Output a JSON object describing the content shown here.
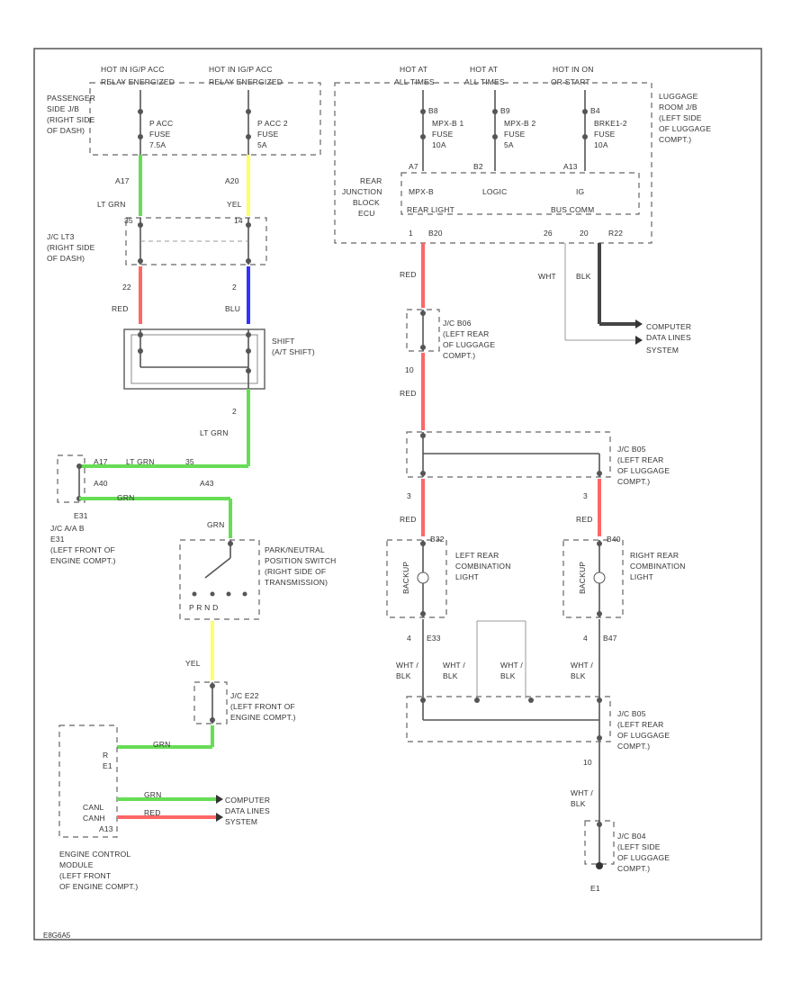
{
  "footer_code": "E8G6A5",
  "power": {
    "hot_ig_acc": "HOT IN IG/P ACC",
    "acc_relay": "RELAY ENERGIZED",
    "hot_ig_acc2": "HOT IN IG/P ACC",
    "ig_relay": "RELAY ENERGIZED",
    "hot_at1": "HOT AT",
    "all_times1": "ALL TIMES",
    "hot_at2": "HOT AT",
    "all_times2": "ALL TIMES",
    "hot_on": "HOT IN ON",
    "or_start": "OR START"
  },
  "left_jb": {
    "label1": "PASSENGER",
    "label2": "SIDE J/B",
    "label3": "(RIGHT SIDE",
    "label4": "OF DASH)",
    "fuse1_a": "P ACC",
    "fuse1_b": "FUSE",
    "fuse1_c": "7.5A",
    "fuse2_a": "P ACC 2",
    "fuse2_b": "FUSE",
    "fuse2_c": "5A"
  },
  "right_jb": {
    "label1": "LUGGAGE",
    "label2": "ROOM J/B",
    "label3": "(LEFT SIDE",
    "label4": "OF LUGGAGE",
    "label5": "COMPT.)",
    "f1_pin": "B8",
    "f1_a": "MPX-B 1",
    "f1_b": "FUSE",
    "f1_c": "10A",
    "f2_pin": "B9",
    "f2_a": "MPX-B 2",
    "f2_b": "FUSE",
    "f2_c": "5A",
    "f3_pin": "B4",
    "f3_a": "BRKE1-2",
    "f3_b": "FUSE",
    "f3_c": "10A",
    "ecu1": "REAR",
    "ecu2": "JUNCTION",
    "ecu3": "BLOCK",
    "ecu4": "ECU",
    "mpx_b": "MPX-B",
    "logic": "LOGIC",
    "ig": "IG",
    "rl_relay": "REAR LIGHT",
    "bus_comm": "BUS COMM",
    "p1": "A7",
    "p2": "B2",
    "p3": "A13",
    "pin1": "1",
    "pin1b": "B20",
    "pin_26": "26",
    "pin_20": "20",
    "pin_r22": "R22"
  },
  "wires": {
    "w1_pin": "A17",
    "w1_color": "LT GRN",
    "w2_pin": "A20",
    "w2_color": "YEL",
    "j_pin1": "35",
    "j_pin2": "14",
    "red_pin": "22",
    "red_color": "RED",
    "blu_pin": "2",
    "blu_color": "BLU",
    "red2_color": "RED",
    "pin_10": "10",
    "red3_color": "RED",
    "red4_color": "RED",
    "red5_color": "RED",
    "pin_3": "3",
    "pin_3b": "3",
    "wht_color": "WHT",
    "blk_color": "BLK",
    "ltgrn_pin": "2",
    "ltgrn_color": "LT GRN",
    "grn_color": "GRN",
    "grn2": "GRN",
    "yel_color": "YEL",
    "pin_4a": "4",
    "pin_4b": "4",
    "wb1": "WHT /",
    "wb1b": "BLK",
    "wb2": "WHT /",
    "wb2b": "BLK",
    "wb3": "WHT /",
    "wb3b": "BLK",
    "wb4": "WHT /",
    "wb4b": "BLK",
    "wb5": "WHT /",
    "wb5b": "BLK",
    "pin_10b": "10",
    "ground": "E1"
  },
  "connectors": {
    "jc_lt3_1": "J/C LT3",
    "jc_lt3_2": "(RIGHT SIDE",
    "jc_lt3_3": "OF DASH)",
    "shift1": "SHIFT",
    "shift2": "(A/T SHIFT)",
    "jc_aha_1": "J/C A/A B",
    "jc_aha_2": "E31",
    "jc_aha_3": "(LEFT FRONT OF",
    "jc_aha_4": "ENGINE COMPT.)",
    "pin_a40": "A40",
    "pin_a43": "A43",
    "pin_e31": "E31",
    "pnp1": "PARK/NEUTRAL",
    "pnp2": "POSITION SWITCH",
    "pnp3": "(RIGHT SIDE OF",
    "pnp4": "TRANSMISSION)",
    "pnp_pins": "P  R  N  D",
    "jc_e22_1": "J/C E22",
    "jc_e22_2": "(LEFT FRONT OF",
    "jc_e22_3": "ENGINE COMPT.)",
    "jc_b06_1": "J/C B06",
    "jc_b06_2": "(LEFT REAR",
    "jc_b06_3": "OF LUGGAGE",
    "jc_b06_4": "COMPT.)",
    "jc_b05_1": "J/C B05",
    "jc_b05_2": "(LEFT REAR",
    "jc_b05_3": "OF LUGGAGE",
    "jc_b05_4": "COMPT.)",
    "lrcl1": "LEFT REAR",
    "lrcl2": "COMBINATION",
    "lrcl3": "LIGHT",
    "rrcl1": "RIGHT REAR",
    "rrcl2": "COMBINATION",
    "rrcl3": "LIGHT",
    "backup": "BACKUP",
    "backup2": "BACKUP",
    "pin_b32": "B32",
    "pin_b40": "B40",
    "pin_e33": "E33",
    "pin_b47": "B47",
    "jc_b05b_1": "J/C B05",
    "jc_b05b_2": "(LEFT REAR",
    "jc_b05b_3": "OF LUGGAGE",
    "jc_b05b_4": "COMPT.)",
    "jc_b04_1": "J/C B04",
    "jc_b04_2": "(LEFT SIDE",
    "jc_b04_3": "OF LUGGAGE",
    "jc_b04_4": "COMPT.)",
    "ecm1": "ENGINE CONTROL",
    "ecm2": "MODULE",
    "ecm3": "(LEFT FRONT",
    "ecm4": "OF ENGINE COMPT.)",
    "ecm_pin": "E1",
    "ecm_r": "R",
    "canl": "CANL",
    "canh": "CANH",
    "pin_a13": "A13",
    "cds1": "COMPUTER",
    "cds2": "DATA LINES",
    "cds3": "SYSTEM",
    "cds4": "COMPUTER",
    "cds5": "DATA LINES",
    "cds6": "SYSTEM"
  },
  "colors": {
    "lt_grn": "#66dd55",
    "yel": "#ffff66",
    "red": "#ff6666",
    "blu": "#3333ff",
    "grn": "#66dd55",
    "dark": "#444444"
  }
}
